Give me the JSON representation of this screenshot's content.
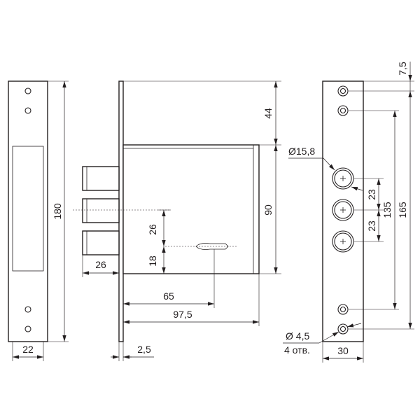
{
  "dimensions": {
    "left_strip_height": "180",
    "left_strip_width": "22",
    "bolt_projection": "26",
    "bolt_to_key": "26",
    "key_to_bottom": "18",
    "backset": "65",
    "case_width": "97,5",
    "faceplate_thickness": "2,5",
    "top_offset": "44",
    "case_height": "90",
    "hole_diameter": "Ø15,8",
    "upper_pitch": "23",
    "lower_pitch": "23",
    "bolt_span": "135",
    "top_margin": "7,5",
    "screw_span": "165",
    "screw_diameter": "Ø 4,5",
    "screw_count": "4 отв.",
    "faceplate_width": "30"
  },
  "colors": {
    "line": "#231f20",
    "background": "#ffffff"
  }
}
